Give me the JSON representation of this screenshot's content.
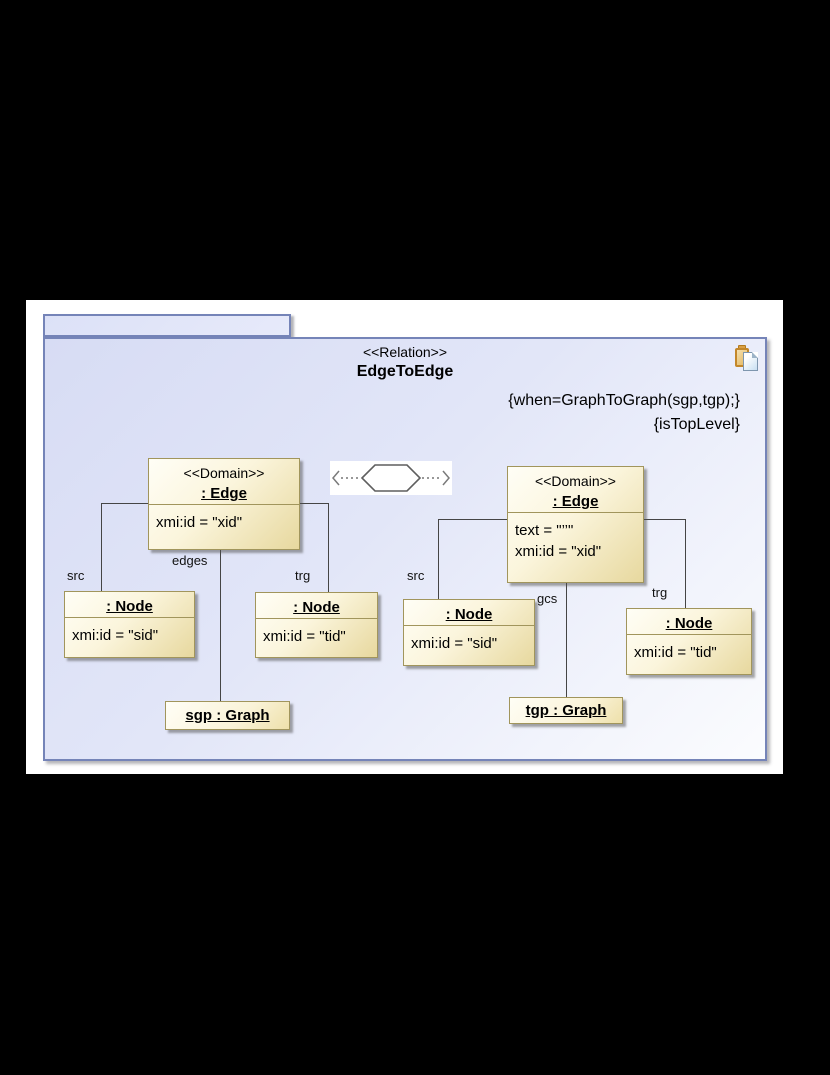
{
  "relation": {
    "stereotype": "<<Relation>>",
    "name": "EdgeToEdge",
    "when_clause": "{when=GraphToGraph(sgp,tgp);}",
    "top_level": "{isTopLevel}"
  },
  "domains": {
    "source": {
      "stereotype": "<<Domain>>",
      "name": ": Edge",
      "attr1": "xmi:id = \"xid\""
    },
    "target": {
      "stereotype": "<<Domain>>",
      "name": ": Edge",
      "attr1": "text = \"’’\"",
      "attr2": "xmi:id = \"xid\""
    }
  },
  "nodes": {
    "left_src": {
      "name": ": Node",
      "attr": "xmi:id = \"sid\"",
      "edge_label": "src"
    },
    "left_trg": {
      "name": ": Node",
      "attr": "xmi:id = \"tid\"",
      "edge_label": "trg"
    },
    "right_src": {
      "name": ": Node",
      "attr": "xmi:id = \"sid\"",
      "edge_label": "src"
    },
    "right_trg": {
      "name": ": Node",
      "attr": "xmi:id = \"tid\"",
      "edge_label": "trg"
    }
  },
  "graphs": {
    "source": {
      "name": "sgp : Graph",
      "edge_label": "edges"
    },
    "target": {
      "name": "tgp : Graph",
      "edge_label": "gcs"
    }
  },
  "icons": {
    "copy": "copy-icon",
    "relation_symbol": "hexagon-relation-symbol"
  },
  "colors": {
    "background": "#000000",
    "canvas": "#ffffff",
    "package_fill": "#d7dcf4",
    "package_border": "#7584b8",
    "box_fill_light": "#fffef6",
    "box_fill_dark": "#e7d89e",
    "box_border": "#a1955c",
    "line": "#454545"
  }
}
